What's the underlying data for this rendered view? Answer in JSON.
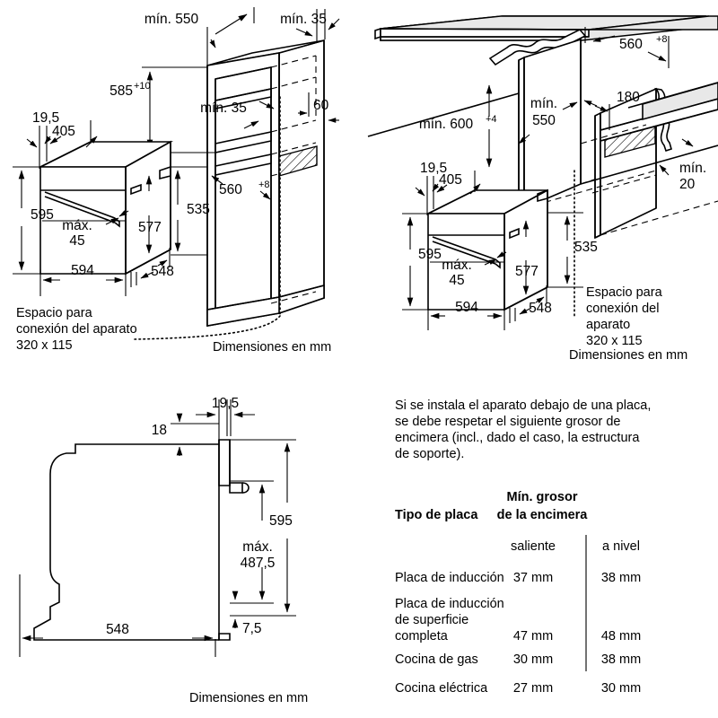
{
  "document": {
    "type": "appliance-installation-dimension-drawing",
    "language": "es",
    "units_note": "Dimensiones en mm"
  },
  "panel_top_left": {
    "name": "Vista isométrica horno y mueble columna",
    "footer_note": "Dimensiones en mm",
    "connection_note": {
      "line1": "Espacio para",
      "line2": "conexión del aparato",
      "line3": "320 x 115"
    },
    "labels": {
      "min_550": "mín. 550",
      "min_35_top": "mín. 35",
      "min_35_mid": "mín. 35",
      "h585": "585",
      "h585_sup": "+10",
      "d60": "60",
      "d560": "560",
      "d560_sup": "+8",
      "h535": "535",
      "w19_5": "19,5",
      "d405": "405",
      "h595": "595",
      "max45_l1": "máx.",
      "max45_l2": "45",
      "h577": "577",
      "w594": "594",
      "d548": "548"
    }
  },
  "panel_top_right": {
    "name": "Vista isométrica instalación bajo encimera",
    "footer_note": "Dimensiones en mm",
    "connection_note": {
      "line1": "Espacio para",
      "line2": "conexión del",
      "line3": "aparato",
      "line4": "320 x 115"
    },
    "labels": {
      "d560": "560",
      "d560_sup": "+8",
      "h600": "mín. 600",
      "h600_sup": "+4",
      "min550_l1": "mín.",
      "min550_l2": "550",
      "d180": "180",
      "min20_l1": "mín.",
      "min20_l2": "20",
      "w19_5": "19,5",
      "d405": "405",
      "h595": "595",
      "max45_l1": "máx.",
      "max45_l2": "45",
      "h577": "577",
      "h535": "535",
      "w594": "594",
      "d548": "548"
    }
  },
  "panel_bottom_left": {
    "name": "Vista lateral sección del horno",
    "footer_note": "Dimensiones en mm",
    "labels": {
      "w19_5": "19,5",
      "h18": "18",
      "h595": "595",
      "max487_l1": "máx.",
      "max487_l2": "487,5",
      "d548": "548",
      "h7_5": "7,5"
    }
  },
  "panel_bottom_right": {
    "name": "Tabla de grosor mínimo de encimera",
    "intro": [
      "Si se instala el aparato debajo de una placa,",
      "se debe respetar el siguiente grosor de",
      "encimera (incl., dado el caso, la estructura",
      "de soporte)."
    ],
    "table": {
      "col1_header": "Tipo de placa",
      "col2_header_l1": "Mín. grosor",
      "col2_header_l2": "de la encimera",
      "sub_header_left": "saliente",
      "sub_header_right": "a nivel",
      "rows": [
        {
          "type_lines": [
            "Placa de inducción"
          ],
          "saliente": "37 mm",
          "a_nivel": "38 mm"
        },
        {
          "type_lines": [
            "Placa de inducción",
            "de superficie",
            "completa"
          ],
          "saliente": "47 mm",
          "a_nivel": "48 mm"
        },
        {
          "type_lines": [
            "Cocina de gas"
          ],
          "saliente": "30 mm",
          "a_nivel": "38 mm"
        },
        {
          "type_lines": [
            "Cocina eléctrica"
          ],
          "saliente": "27 mm",
          "a_nivel": "30 mm"
        }
      ]
    }
  },
  "colors": {
    "line": "#000000",
    "worktop_fill": "#e8e8e8",
    "background": "#ffffff"
  }
}
